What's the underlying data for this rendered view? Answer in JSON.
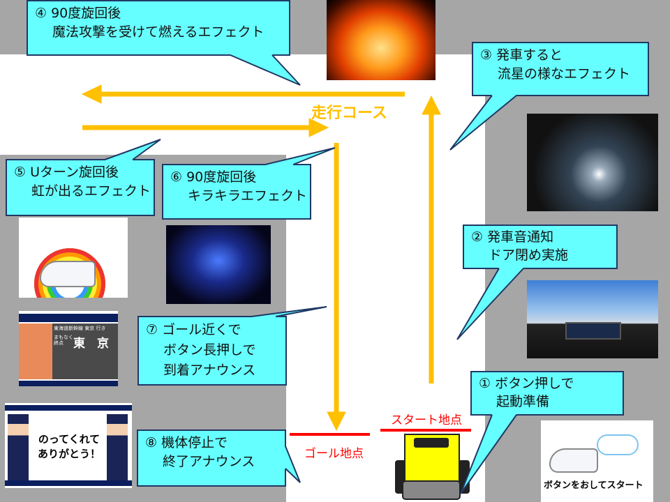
{
  "course_label": "走行コース",
  "start_label": "スタート地点",
  "goal_label": "ゴール地点",
  "callouts": {
    "c1": "① ボタン押しで\n　 起動準備",
    "c2": "② 発車音通知\n　 ドア閉め実施",
    "c3": "③ 発車すると\n　 流星の様なエフェクト",
    "c4": "④ 90度旋回後\n　 魔法攻撃を受けて燃えるエフェクト",
    "c5": "⑤ Uターン旋回後\n　 虹が出るエフェクト",
    "c6": "⑥ 90度旋回後\n　 キラキラエフェクト",
    "c7": "⑦ ゴール近くで\n　 ボタン長押しで\n　 到着アナウンス",
    "c8": "⑧ 機体停止で\n　 終了アナウンス"
  },
  "images": {
    "start_screen_text": "ボタンをおしてスタート",
    "thanks_text": "のってくれて\nありがとう！",
    "station_display": {
      "header": "東海道新幹線 東京 行き",
      "next": "まもなく\n終点",
      "station": "東　京"
    }
  },
  "colors": {
    "callout_fill": "#66ffff",
    "callout_border": "#1f3864",
    "course_arrow": "#ffc000",
    "marker_red": "#ff0000",
    "background_gray": "#a6a6a6"
  }
}
